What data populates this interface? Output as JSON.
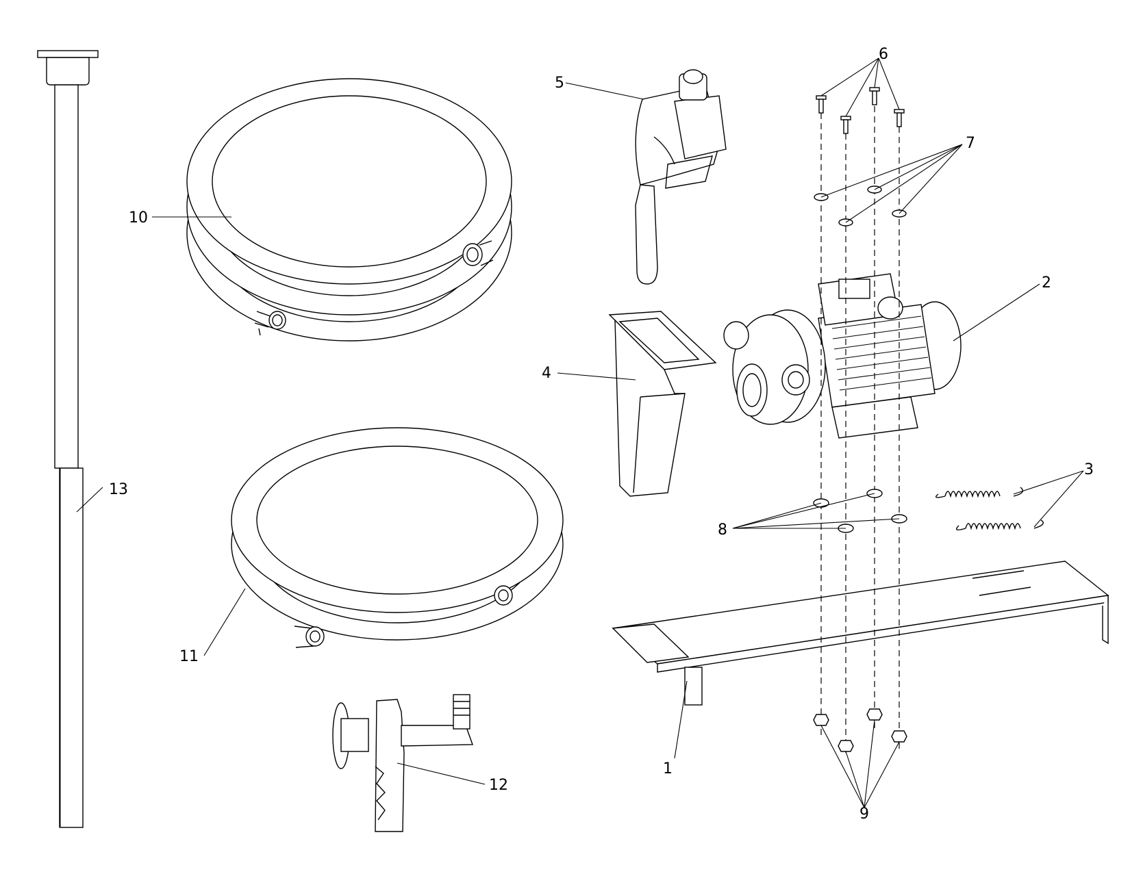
{
  "diagram": {
    "callouts": [
      {
        "id": "c1",
        "label": "1"
      },
      {
        "id": "c2",
        "label": "2"
      },
      {
        "id": "c3",
        "label": "3"
      },
      {
        "id": "c4",
        "label": "4"
      },
      {
        "id": "c5",
        "label": "5"
      },
      {
        "id": "c6",
        "label": "6"
      },
      {
        "id": "c7",
        "label": "7"
      },
      {
        "id": "c8",
        "label": "8"
      },
      {
        "id": "c9",
        "label": "9"
      },
      {
        "id": "c10",
        "label": "10"
      },
      {
        "id": "c11",
        "label": "11"
      },
      {
        "id": "c12",
        "label": "12"
      },
      {
        "id": "c13",
        "label": "13"
      }
    ],
    "colors": {
      "line": "#000000",
      "background": "#ffffff"
    }
  }
}
